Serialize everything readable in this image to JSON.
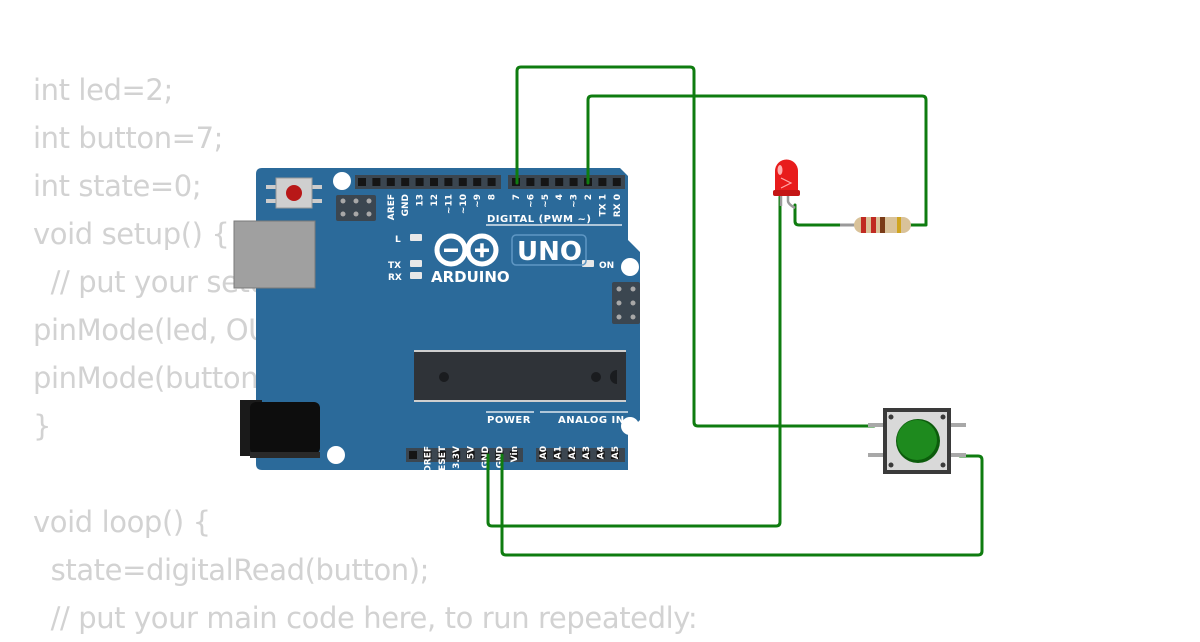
{
  "code_lines": [
    "int led=2;",
    "int button=7;",
    "int state=0;",
    "void setup() {",
    "  // put your setup code here, to run once:",
    "pinMode(led, OUTPUT);",
    "pinMode(button, INPUT);",
    "}",
    "",
    "void loop() {",
    "  state=digitalRead(button);",
    "  // put your main code here, to run repeatedly:"
  ],
  "board": {
    "model": "UNO",
    "brand": "ARDUINO",
    "digital_header_label": "DIGITAL (PWM ~)",
    "power_header_label": "POWER",
    "analog_header_label": "ANALOG IN",
    "led_labels": {
      "l": "L",
      "tx": "TX",
      "rx": "RX",
      "on": "ON"
    },
    "digital_pins": [
      "AREF",
      "GND",
      "13",
      "12",
      "~11",
      "~10",
      "~9",
      "8",
      "7",
      "~6",
      "~5",
      "4",
      "~3",
      "2",
      "TX 1",
      "RX 0"
    ],
    "power_pins": [
      "IOREF",
      "RESET",
      "3.3V",
      "5V",
      "GND",
      "GND",
      "Vin"
    ],
    "analog_pins": [
      "A0",
      "A1",
      "A2",
      "A3",
      "A4",
      "A5"
    ]
  },
  "components": [
    "arduino-uno",
    "red-led",
    "resistor",
    "pushbutton"
  ],
  "colors": {
    "board": "#2b6a9a",
    "wire": "#0f7c10",
    "led": "#e81c1c",
    "button_cap": "#1e8a1e",
    "code_text": "#d2d2d2"
  }
}
